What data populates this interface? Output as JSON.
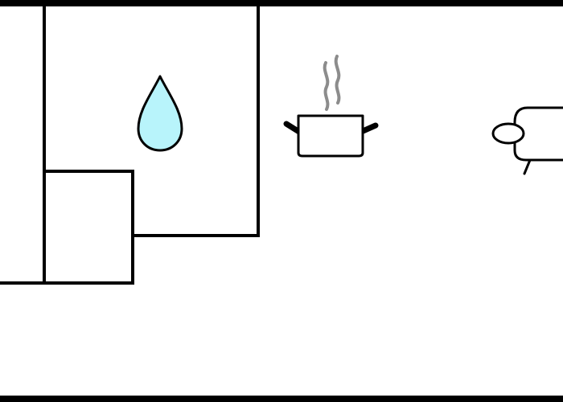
{
  "scene": {
    "kind": "floor-plan",
    "colors": {
      "background": "#ffffff",
      "line": "#000000",
      "water_fill": "#b8f4fb",
      "steam": "#8c8c8c"
    },
    "rooms": [
      {
        "name": "room-left"
      },
      {
        "name": "room-bathroom",
        "icon": "water-drop-icon"
      },
      {
        "name": "room-small-closet"
      }
    ],
    "icons": [
      {
        "name": "water-drop-icon",
        "meaning": "water"
      },
      {
        "name": "cooking-pot-icon",
        "meaning": "kitchen"
      },
      {
        "name": "steam-icon",
        "meaning": "steam"
      },
      {
        "name": "sofa-icon",
        "meaning": "living room"
      }
    ]
  }
}
